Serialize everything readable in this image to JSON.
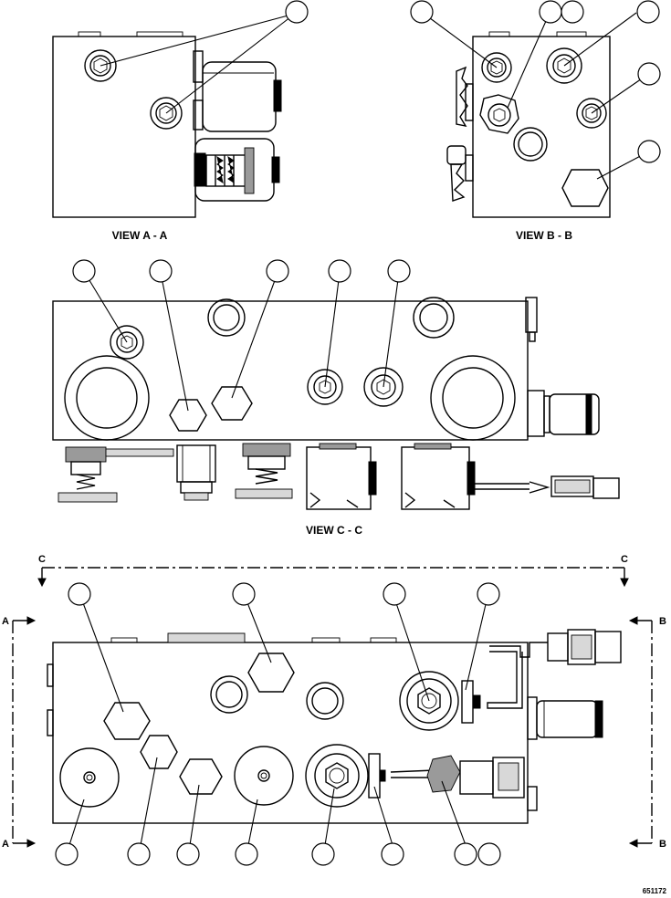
{
  "views": {
    "aa": "VIEW A - A",
    "bb": "VIEW B - B",
    "cc": "VIEW C - C"
  },
  "section_marks": {
    "c_left": "C",
    "c_right": "C",
    "a_top": "A",
    "a_bottom": "A",
    "b_top": "B",
    "b_bottom": "B"
  },
  "figure_ref": "651172"
}
